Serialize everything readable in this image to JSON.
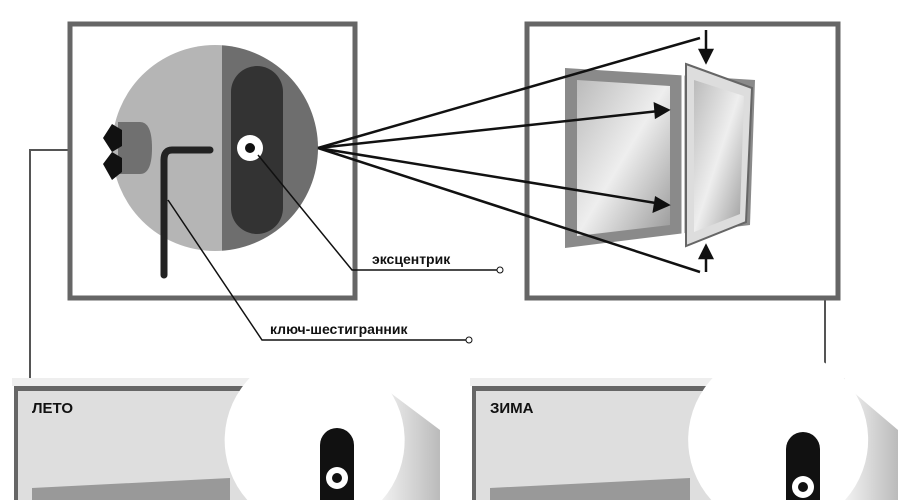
{
  "labels": {
    "eccentric": "эксцентрик",
    "hex_key": "ключ-шестигранник"
  },
  "panels": {
    "summer": "ЛЕТО",
    "winter": "ЗИМА"
  },
  "colors": {
    "frame": "#666666",
    "circle_light": "#b5b5b5",
    "circle_dark": "#6e6e6e",
    "slot": "#333333",
    "panel_bg": "#dedede"
  }
}
